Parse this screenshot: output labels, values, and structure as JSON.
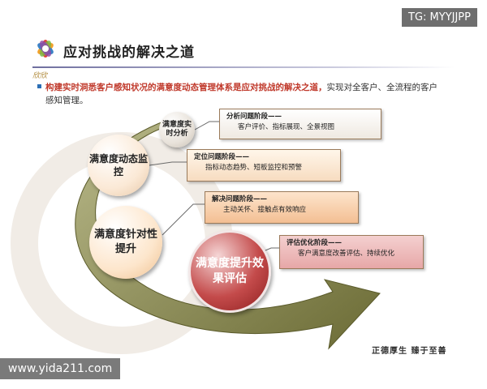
{
  "title": "应对挑战的解决之道",
  "logo_text": "欣欣",
  "bullet": {
    "highlight": "构建实时洞悉客户感知状况的满意度动态管理体系是应对挑战的解决之道，",
    "rest": "实现对全客户、全流程的客户感知管理。"
  },
  "stages": [
    {
      "circle": "满意度实时分析",
      "box_title": "分析问题阶段——",
      "box_desc": "客户评价、指标展现、全景视图"
    },
    {
      "circle": "满意度动态监控",
      "box_title": "定位问题阶段——",
      "box_desc": "指标动态趋势、短板监控和预警"
    },
    {
      "circle": "满意度针对性提升",
      "box_title": "解决问题阶段——",
      "box_desc": "主动关怀、接触点有效响应"
    },
    {
      "circle": "满意度提升效果评估",
      "box_title": "评估优化阶段——",
      "box_desc": "客户满意度改善评估、持续优化"
    }
  ],
  "calligraphy": "正德厚生 臻于至善",
  "tg_label": "TG: MYYJJPP",
  "watermark": "www.yida211.com",
  "colors": {
    "highlight": "#c0392b",
    "arrow": "#7a7a3a",
    "accent": "#8e1f1f"
  }
}
